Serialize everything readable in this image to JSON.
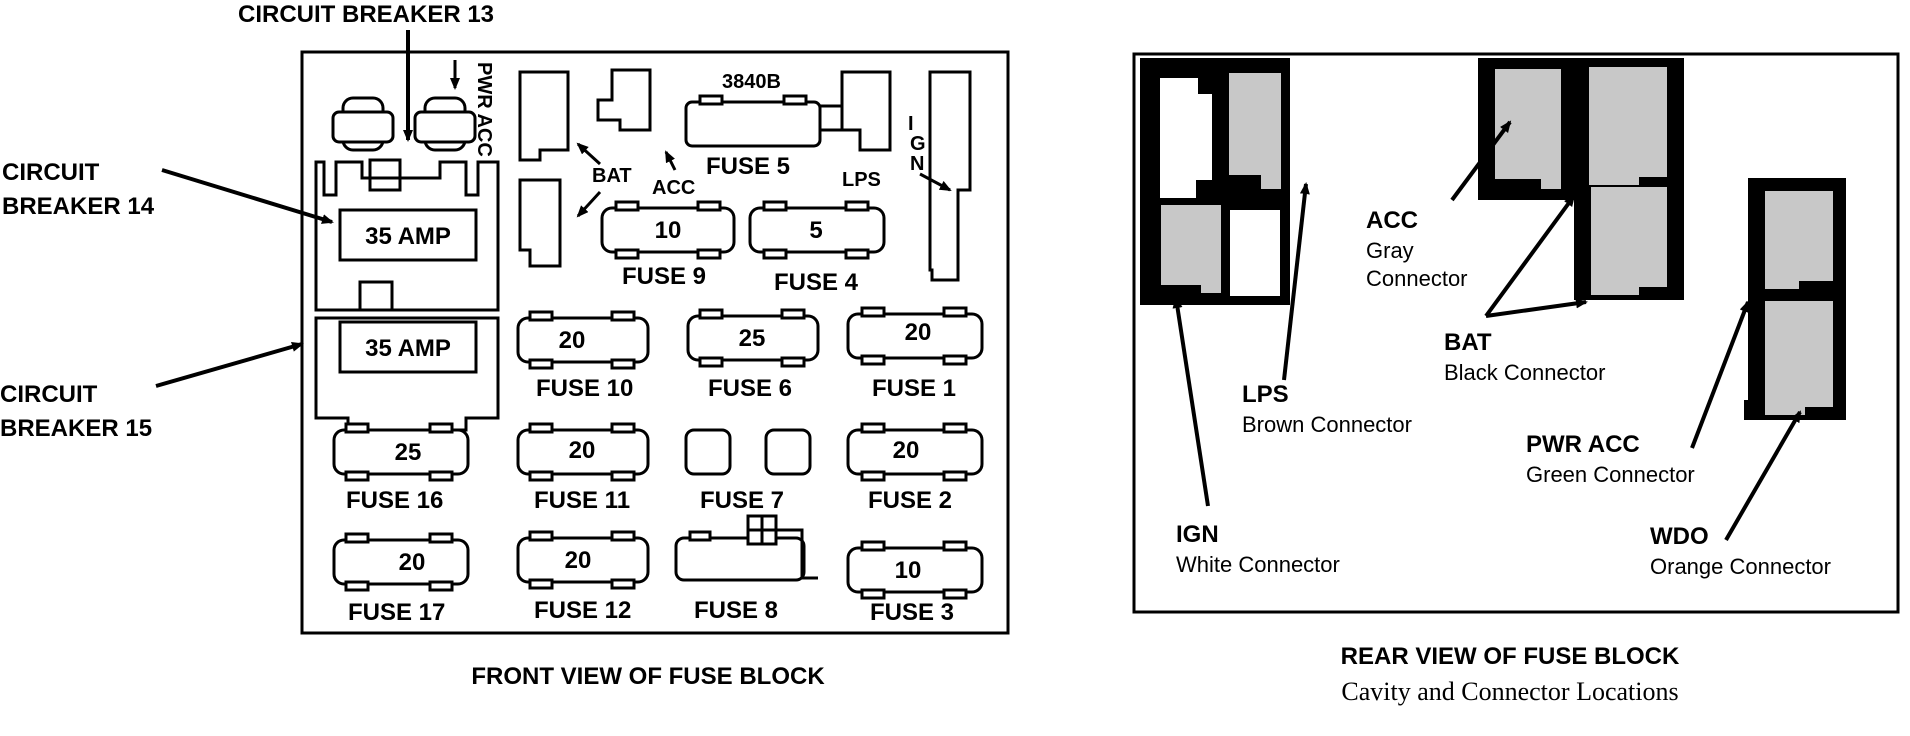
{
  "front": {
    "title": "FRONT VIEW OF FUSE BLOCK",
    "cb13": "CIRCUIT BREAKER 13",
    "cb14": [
      "CIRCUIT",
      "BREAKER 14"
    ],
    "cb15": [
      "CIRCUIT",
      "BREAKER 15"
    ],
    "pwr_acc": "PWR ACC",
    "code": "3840B",
    "bat": "BAT",
    "acc": "ACC",
    "lps": "LPS",
    "ign": [
      "I",
      "G",
      "N"
    ],
    "amp_top": "35 AMP",
    "amp_bottom": "35 AMP",
    "fuses": [
      {
        "label": "FUSE 5",
        "value": ""
      },
      {
        "label": "FUSE 9",
        "value": "10"
      },
      {
        "label": "FUSE 4",
        "value": "5"
      },
      {
        "label": "FUSE 10",
        "value": "20"
      },
      {
        "label": "FUSE 6",
        "value": "25"
      },
      {
        "label": "FUSE 1",
        "value": "20"
      },
      {
        "label": "FUSE 16",
        "value": "25"
      },
      {
        "label": "FUSE 11",
        "value": "20"
      },
      {
        "label": "FUSE 7",
        "value": ""
      },
      {
        "label": "FUSE 2",
        "value": "20"
      },
      {
        "label": "FUSE 17",
        "value": "20"
      },
      {
        "label": "FUSE 12",
        "value": "20"
      },
      {
        "label": "FUSE 8",
        "value": ""
      },
      {
        "label": "FUSE 3",
        "value": "10"
      }
    ]
  },
  "rear": {
    "title": "REAR VIEW OF FUSE BLOCK",
    "subtitle": "Cavity and Connector Locations",
    "connectors": [
      {
        "name": "ACC",
        "desc": "Gray",
        "desc2": "Connector"
      },
      {
        "name": "BAT",
        "desc": "Black Connector"
      },
      {
        "name": "LPS",
        "desc": "Brown Connector"
      },
      {
        "name": "PWR  ACC",
        "desc": "Green  Connector"
      },
      {
        "name": "IGN",
        "desc": "White Connector"
      },
      {
        "name": "WDO",
        "desc": "Orange  Connector"
      }
    ]
  }
}
